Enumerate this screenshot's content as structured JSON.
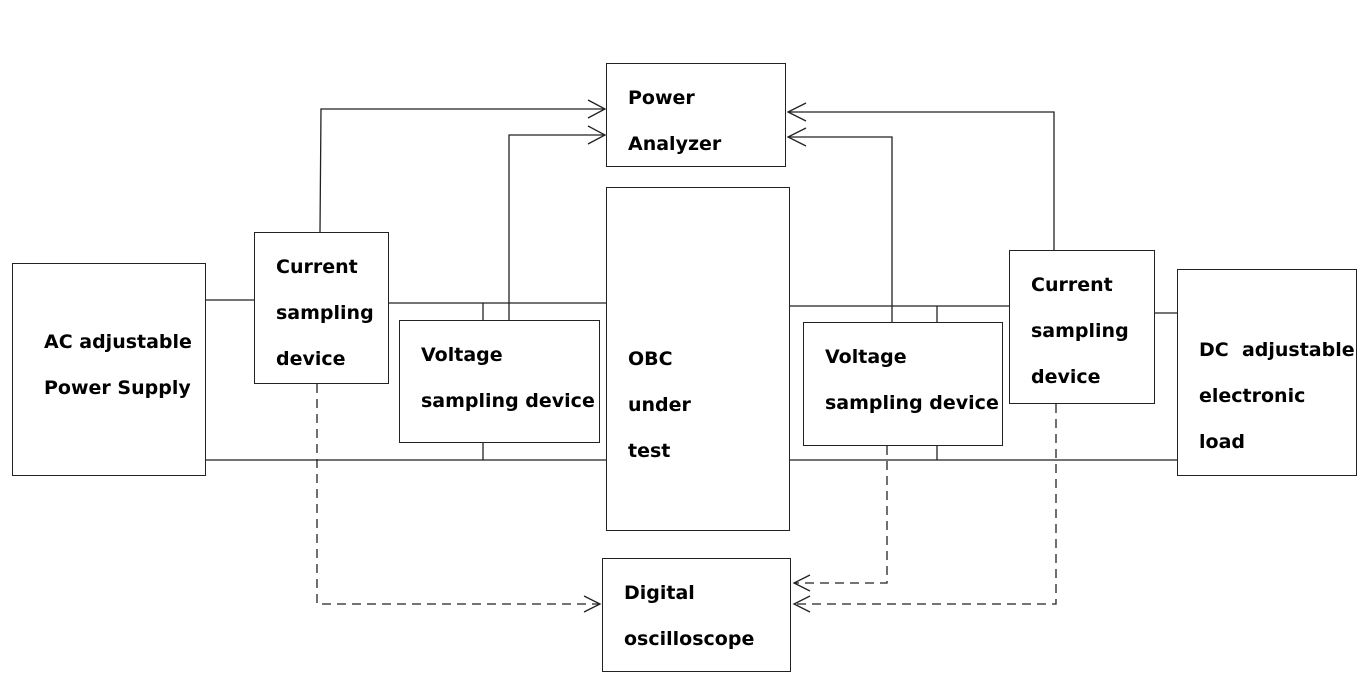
{
  "blocks": {
    "ac_supply": [
      "AC adjustable",
      "Power Supply"
    ],
    "current_sampling_left": [
      "Current",
      "sampling",
      "device"
    ],
    "voltage_sampling_left": [
      "Voltage",
      "sampling device"
    ],
    "power_analyzer": [
      "Power",
      "Analyzer"
    ],
    "obc": {
      "line1_left": "OBC",
      "line1_right": "under",
      "line2": "test"
    },
    "voltage_sampling_right": [
      "Voltage",
      "sampling device"
    ],
    "current_sampling_right": [
      "Current",
      "sampling",
      "device"
    ],
    "dc_load": [
      "DC  adjustable",
      "electronic",
      "load"
    ],
    "oscilloscope": [
      "Digital",
      "oscilloscope"
    ]
  },
  "colors": {
    "stroke": "#222222",
    "background": "#ffffff"
  }
}
